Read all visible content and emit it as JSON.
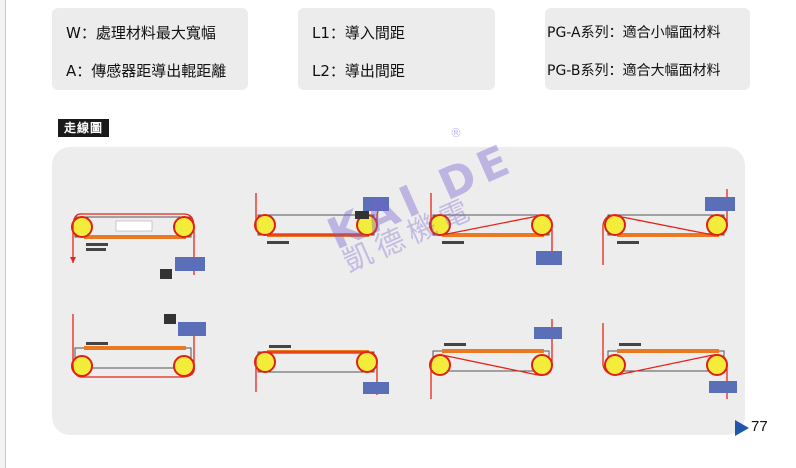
{
  "legend": {
    "box1": [
      "W：處理材料最大寬幅",
      "A：傳感器距導出輥距離"
    ],
    "box2": [
      "L1：導入間距",
      "L2：導出間距"
    ],
    "box3": [
      "PG-A系列：適合小幅面材料",
      "PG-B系列：適合大幅面材料"
    ]
  },
  "section_tag": "走線圖",
  "watermark": {
    "brand": "KAI DE",
    "registered": "®",
    "chinese": "凱德機電"
  },
  "page_number": "77",
  "colors": {
    "roller": "#f3ec3a",
    "web_path": "#e8231a",
    "belt": "#ea7a21",
    "sensor": "#5a6fb8",
    "panel_bg": "#ededed"
  },
  "diagrams": [
    {
      "name": "route-1"
    },
    {
      "name": "route-2"
    },
    {
      "name": "route-3"
    },
    {
      "name": "route-4"
    },
    {
      "name": "route-5"
    },
    {
      "name": "route-6"
    },
    {
      "name": "route-7"
    },
    {
      "name": "route-8"
    }
  ]
}
